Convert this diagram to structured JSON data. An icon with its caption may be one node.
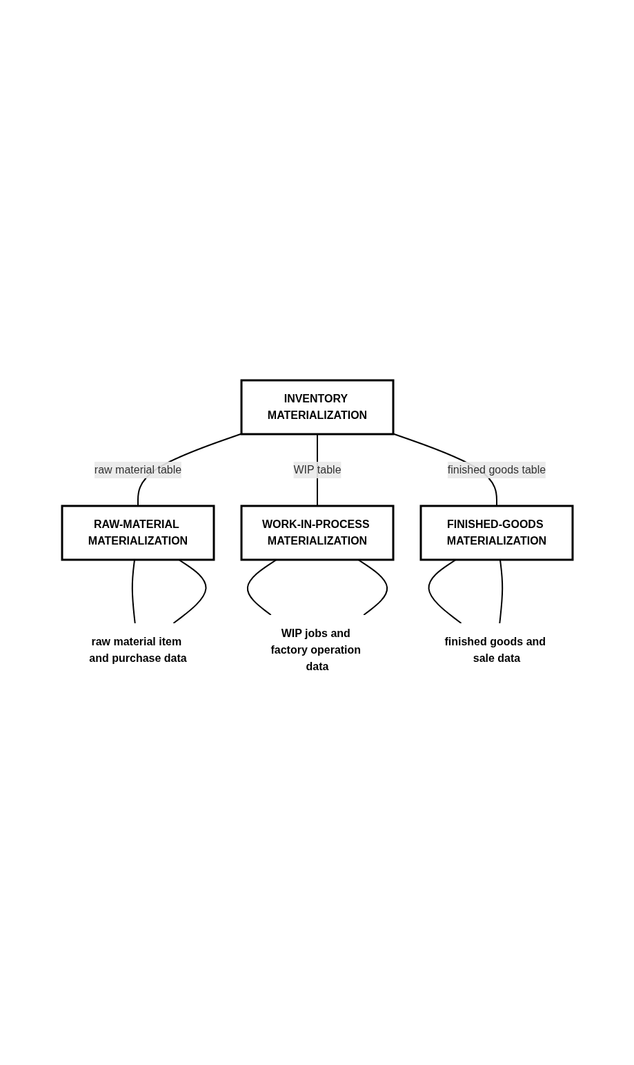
{
  "diagram": {
    "nodes": [
      {
        "text": [
          "INVENTORY MATERIALIZATION"
        ]
      },
      {
        "text": [
          "RAW-MATERIAL MATERIALIZATION"
        ]
      },
      {
        "text": [
          "WORK-IN-PROCESS MATERIALIZATION"
        ]
      },
      {
        "text": [
          "FINISHED-GOODS MATERIALIZATION"
        ]
      },
      {
        "text": [
          "raw material item and purchase data"
        ]
      },
      {
        "text": [
          "WIP jobs and factory operation data"
        ]
      },
      {
        "text": [
          "finished goods and sale data"
        ]
      }
    ],
    "edges": [
      {
        "from": 0,
        "to": 1,
        "arrow": "none",
        "label": "raw material table"
      },
      {
        "from": 0,
        "to": 2,
        "arrow": "none",
        "label": "WIP table"
      },
      {
        "from": 0,
        "to": 3,
        "arrow": "none",
        "label": "finished goods table"
      },
      {
        "from": 1,
        "to": 4,
        "arrow": "none"
      },
      {
        "from": 1,
        "to": 4,
        "arrow": "none"
      },
      {
        "from": 2,
        "to": 5,
        "arrow": "none"
      },
      {
        "from": 2,
        "to": 5,
        "arrow": "none"
      },
      {
        "from": 3,
        "to": 6,
        "arrow": "none"
      },
      {
        "from": 3,
        "to": 6,
        "arrow": "none"
      }
    ]
  }
}
